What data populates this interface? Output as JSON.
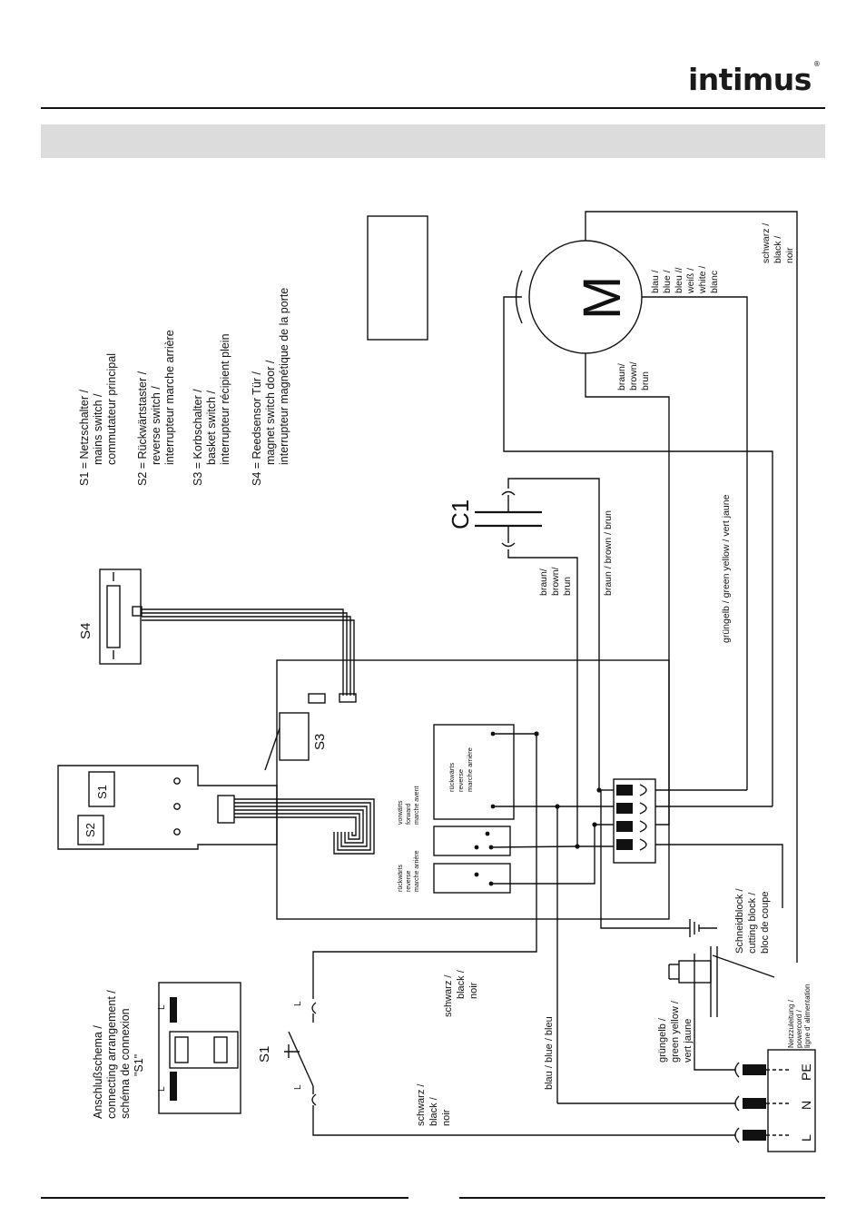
{
  "brand": {
    "name": "intimus",
    "mark": "®"
  },
  "legend": {
    "s1": [
      "S1 = Netzschalter /",
      "mains switch /",
      "commutateur principal"
    ],
    "s2": [
      "S2 = Rückwärtstaster /",
      "reverse switch /",
      "interrupteur marche arrière"
    ],
    "s3": [
      "S3 = Korbschalter  /",
      "basket switch /",
      "interrupteur récipient plein"
    ],
    "s4": [
      "S4 = Reedsensor Tür /",
      "magnet switch door /",
      "interrupteur magnétique de la porte"
    ]
  },
  "labels": {
    "s1": "S1",
    "s2": "S2",
    "s3": "S3",
    "s4": "S4",
    "c1": "C1",
    "motor": "M",
    "l": "L",
    "n": "N",
    "pe": "PE"
  },
  "connecting": [
    "Anschlußschema /",
    "connecting arrangement /",
    "schéma de connexion",
    "\"S1\""
  ],
  "wires": {
    "black_a": [
      "schwarz /",
      "black /",
      "noir"
    ],
    "black_b": [
      "schwarz /",
      "black /",
      "noir"
    ],
    "black_motor": [
      "schwarz /",
      "black /",
      "noir"
    ],
    "blue_line": "blau / blue / bleu",
    "greenyellow_pe": [
      "grüngelb /",
      "green yellow /",
      "vert jaune"
    ],
    "greenyellow_long": "grüngelb / green yellow  / vert jaune",
    "brown_long": "braun / brown / brun",
    "brown_cap": [
      "braun/",
      "brown/",
      "brun"
    ],
    "brown_motor": [
      "braun/",
      "brown/",
      "brun"
    ],
    "blue_white_motor": [
      "blau /",
      "blue /",
      "bleu //",
      "weiß /",
      "white /",
      "blanc"
    ]
  },
  "board": {
    "reverse": [
      "rückwärts",
      "reverse",
      "marche arrière"
    ],
    "forward": [
      "vorwärts",
      "forward",
      "marche avent"
    ],
    "reverse_small": [
      "rückwärts",
      "reverse",
      "marche arrière"
    ]
  },
  "cutting_block": [
    "Schneidblock /",
    "cutting block /",
    "bloc de coupe"
  ],
  "powercord": [
    "Netzzuleitung /",
    "powercord /",
    "ligne d' alimentation"
  ]
}
